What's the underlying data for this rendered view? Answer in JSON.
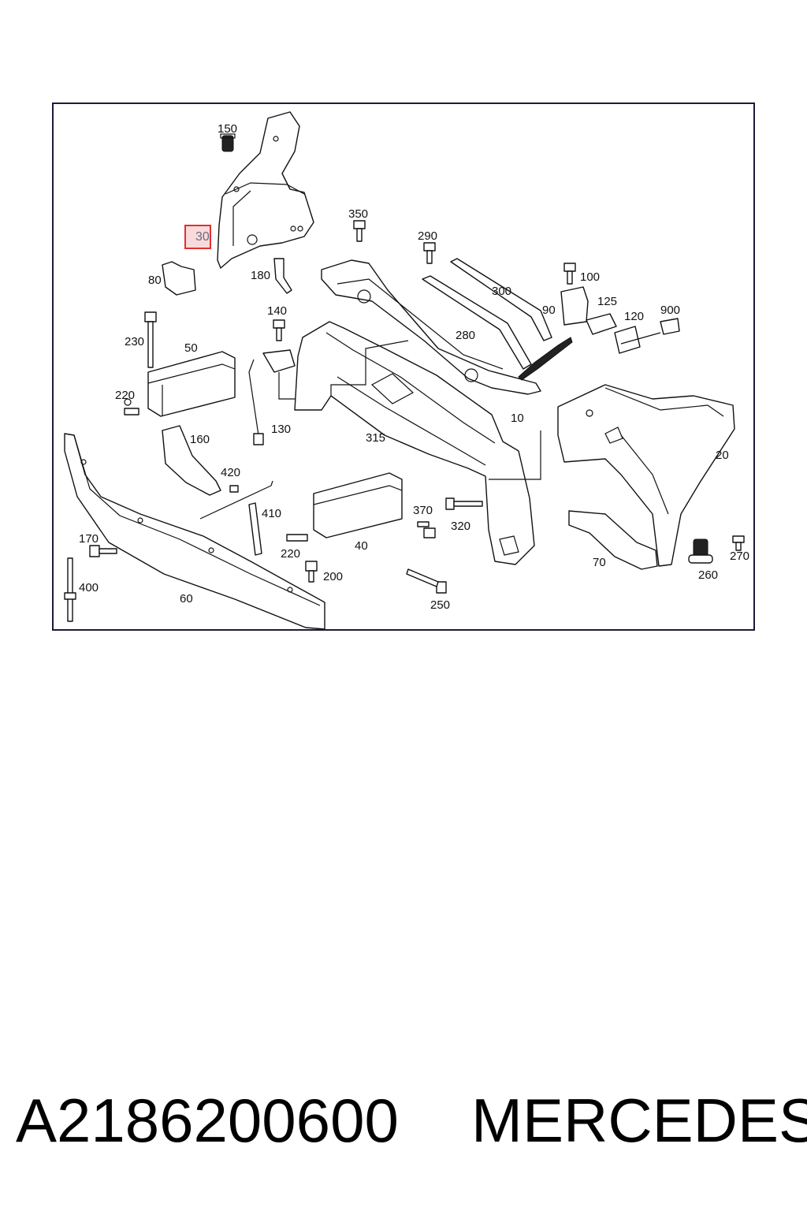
{
  "diagram": {
    "highlighted_callout": "30",
    "callouts": {
      "c150": "150",
      "c30": "30",
      "c350": "350",
      "c290": "290",
      "c180": "180",
      "c80": "80",
      "c300": "300",
      "c100": "100",
      "c140": "140",
      "c90": "90",
      "c125": "125",
      "c900": "900",
      "c120": "120",
      "c230": "230",
      "c50": "50",
      "c280": "280",
      "c220a": "220",
      "c10": "10",
      "c130": "130",
      "c160": "160",
      "c315": "315",
      "c20": "20",
      "c420": "420",
      "c410": "410",
      "c370": "370",
      "c320": "320",
      "c170": "170",
      "c220b": "220",
      "c40": "40",
      "c270": "270",
      "c400": "400",
      "c200": "200",
      "c70": "70",
      "c260": "260",
      "c60": "60",
      "c250": "250"
    }
  },
  "footer": {
    "part_number": "A2186200600",
    "brand": "MERCEDES"
  },
  "colors": {
    "highlight_border": "#e23030",
    "highlight_fill": "#eb9696",
    "frame_border": "#1b1b3a"
  }
}
